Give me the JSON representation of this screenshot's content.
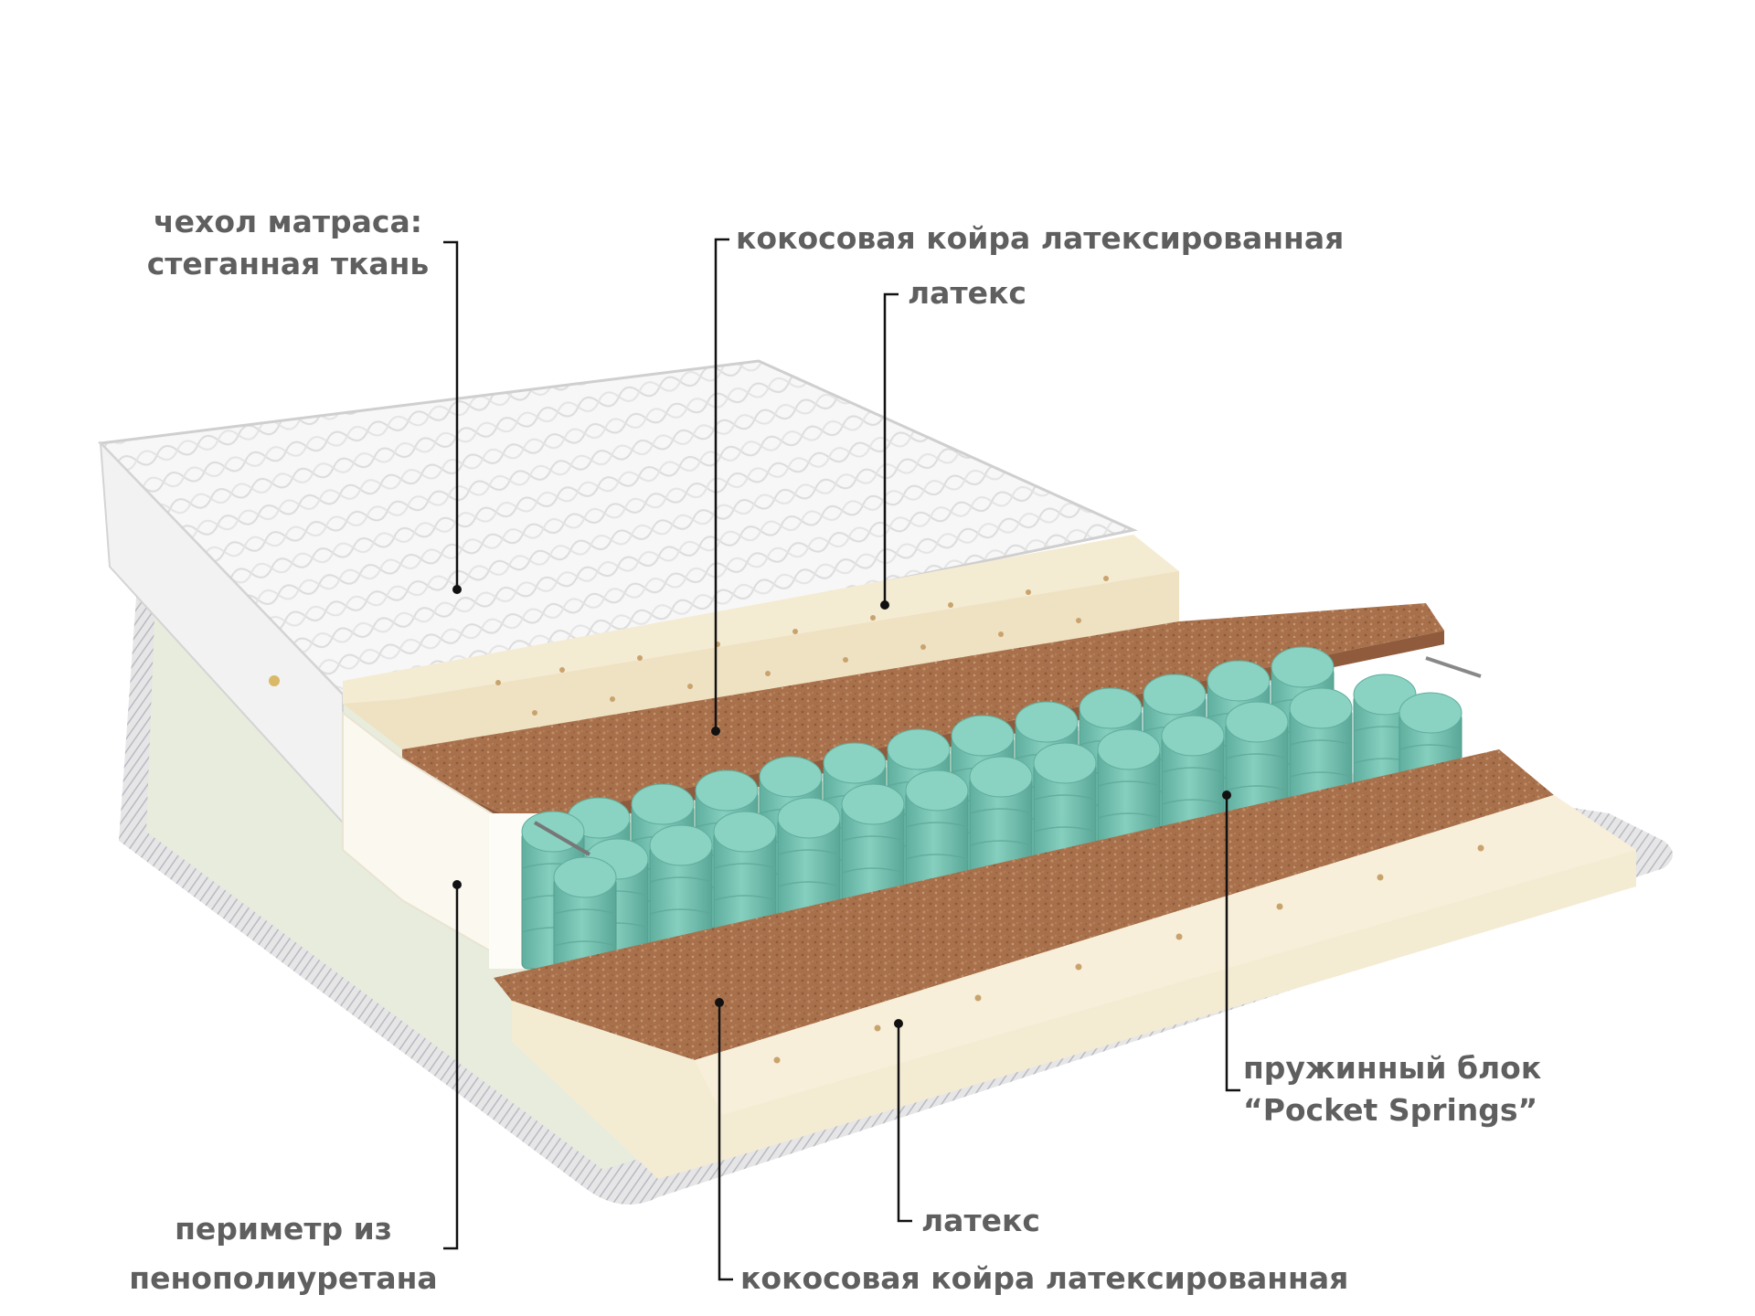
{
  "diagram": {
    "subject": "mattress cross-section",
    "colors": {
      "label_text": "#5f5f5f",
      "leader_line": "#111111",
      "cover_white": "#f4f4f4",
      "latex_cream": "#f4ebd3",
      "coir_brown": "#a9724e",
      "spring_teal": "#72c2b1",
      "perimeter_foam": "#fbf8ef",
      "base_mesh": "#d8d8d8"
    },
    "labels": {
      "cover": {
        "line1": "чехол матраса:",
        "line2": "стеганная ткань"
      },
      "coir_top": "кокосовая койра латексированная",
      "latex_top": "латекс",
      "spring_block": {
        "line1": "пружинный блок",
        "line2": "“Pocket Springs”"
      },
      "latex_bottom": "латекс",
      "coir_bottom": "кокосовая койра латексированная",
      "perimeter": {
        "line1": "периметр из",
        "line2": "пенополиуретана"
      }
    }
  }
}
